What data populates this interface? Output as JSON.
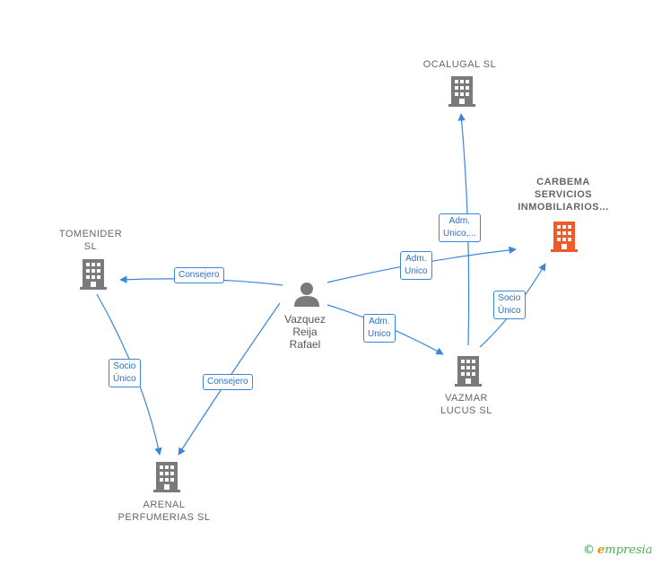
{
  "nodes": {
    "ocalugal": {
      "lines": [
        "OCALUGAL  SL"
      ]
    },
    "carbema": {
      "lines": [
        "CARBEMA",
        "SERVICIOS",
        "INMOBILIARIOS..."
      ]
    },
    "tomenider": {
      "lines": [
        "TOMENIDER",
        "SL"
      ]
    },
    "person": {
      "lines": [
        "Vazquez",
        "Reija",
        "Rafael"
      ]
    },
    "vazmar": {
      "lines": [
        "VAZMAR",
        "LUCUS  SL"
      ]
    },
    "arenal": {
      "lines": [
        "ARENAL",
        "PERFUMERIAS SL"
      ]
    }
  },
  "edges": {
    "person_tomenider": {
      "lines": [
        "Consejero"
      ]
    },
    "person_arenal": {
      "lines": [
        "Consejero"
      ]
    },
    "tomenider_arenal": {
      "lines": [
        "Socio",
        "Único"
      ]
    },
    "person_carbema": {
      "lines": [
        "Adm.",
        "Unico"
      ]
    },
    "person_vazmar": {
      "lines": [
        "Adm.",
        "Unico"
      ]
    },
    "vazmar_ocalugal": {
      "lines": [
        "Adm.",
        "Unico,..."
      ]
    },
    "vazmar_carbema": {
      "lines": [
        "Socio",
        "Único"
      ]
    }
  },
  "footer": {
    "copyright": "©",
    "brand_first": "e",
    "brand_rest": "mpresia"
  },
  "colors": {
    "edge": "#3a86d8",
    "building": "#7a7a7a",
    "building_highlight": "#f05a28",
    "person": "#7a7a7a"
  },
  "icons": {
    "company": "building-icon",
    "person": "person-icon"
  }
}
